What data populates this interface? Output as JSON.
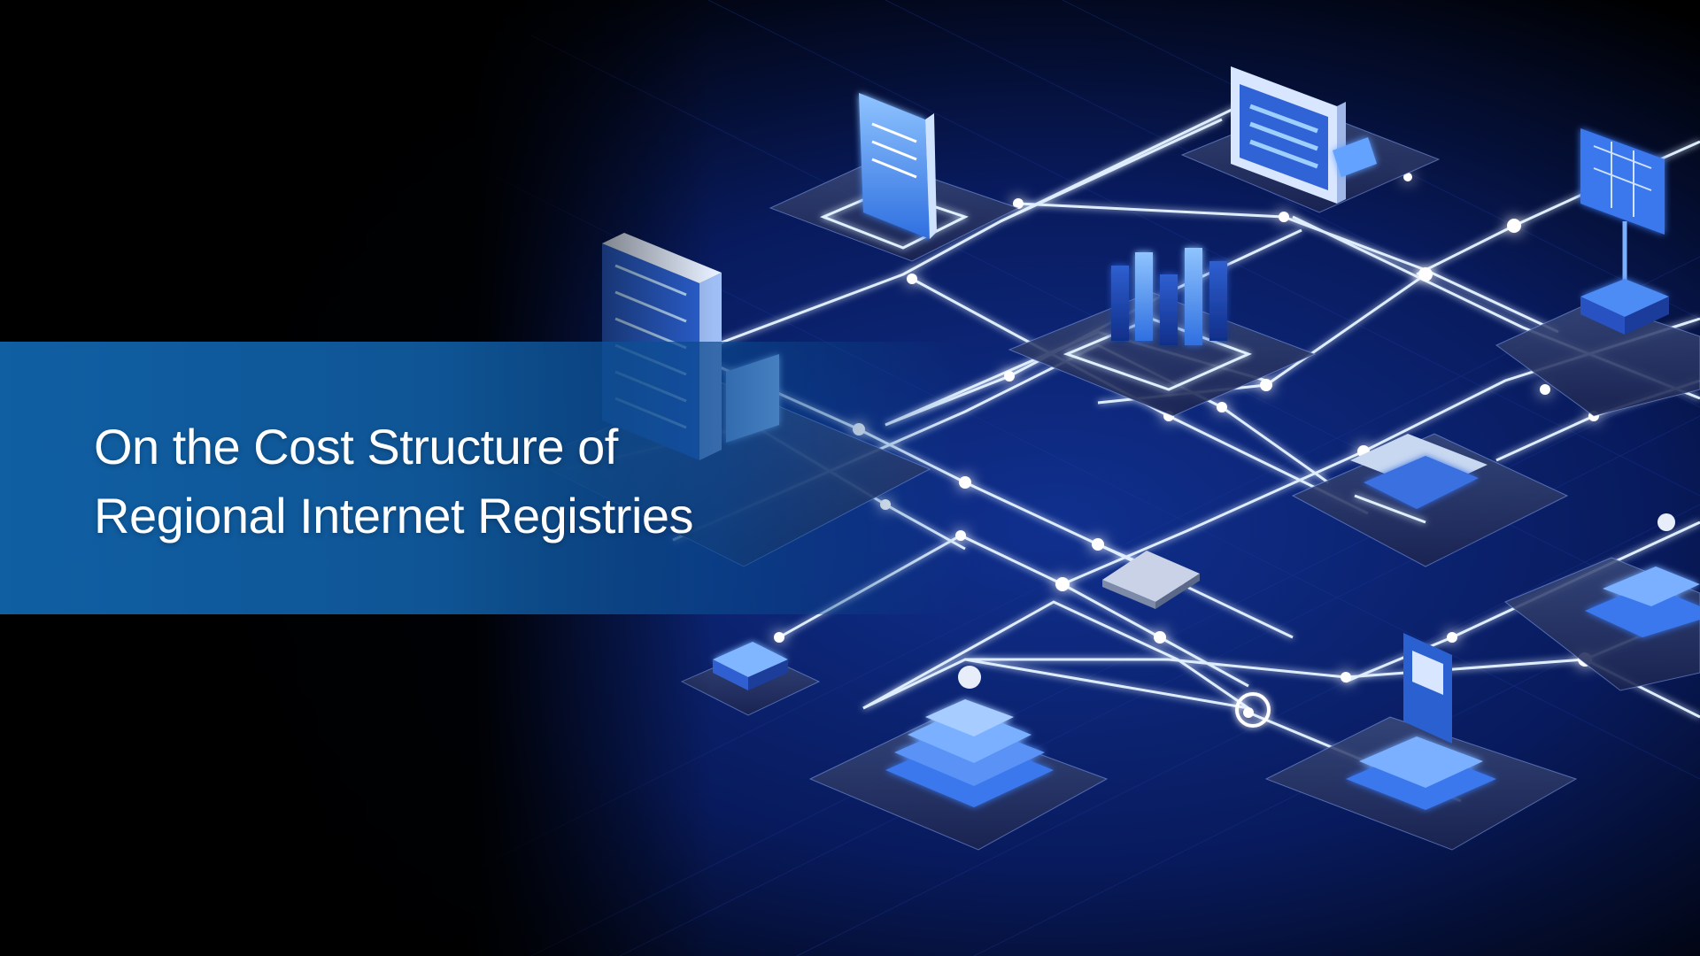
{
  "hero": {
    "title_line_1": "On the Cost Structure of",
    "title_line_2": "Regional Internet Registries"
  },
  "illustration": {
    "subject": "isometric-network-of-glowing-nodes",
    "icons": [
      "office-building-icon",
      "document-stand-icon",
      "monitor-icon",
      "bar-chart-icon",
      "map-tablet-icon",
      "data-center-icon",
      "server-stack-icon",
      "router-icon",
      "chip-icon",
      "flag-marker-icon"
    ]
  },
  "colors": {
    "background": "#000000",
    "grid_background": "#0a1a5a",
    "accent_glow": "#9fd0ff",
    "band": "#1062a8",
    "title_text": "#ffffff"
  }
}
